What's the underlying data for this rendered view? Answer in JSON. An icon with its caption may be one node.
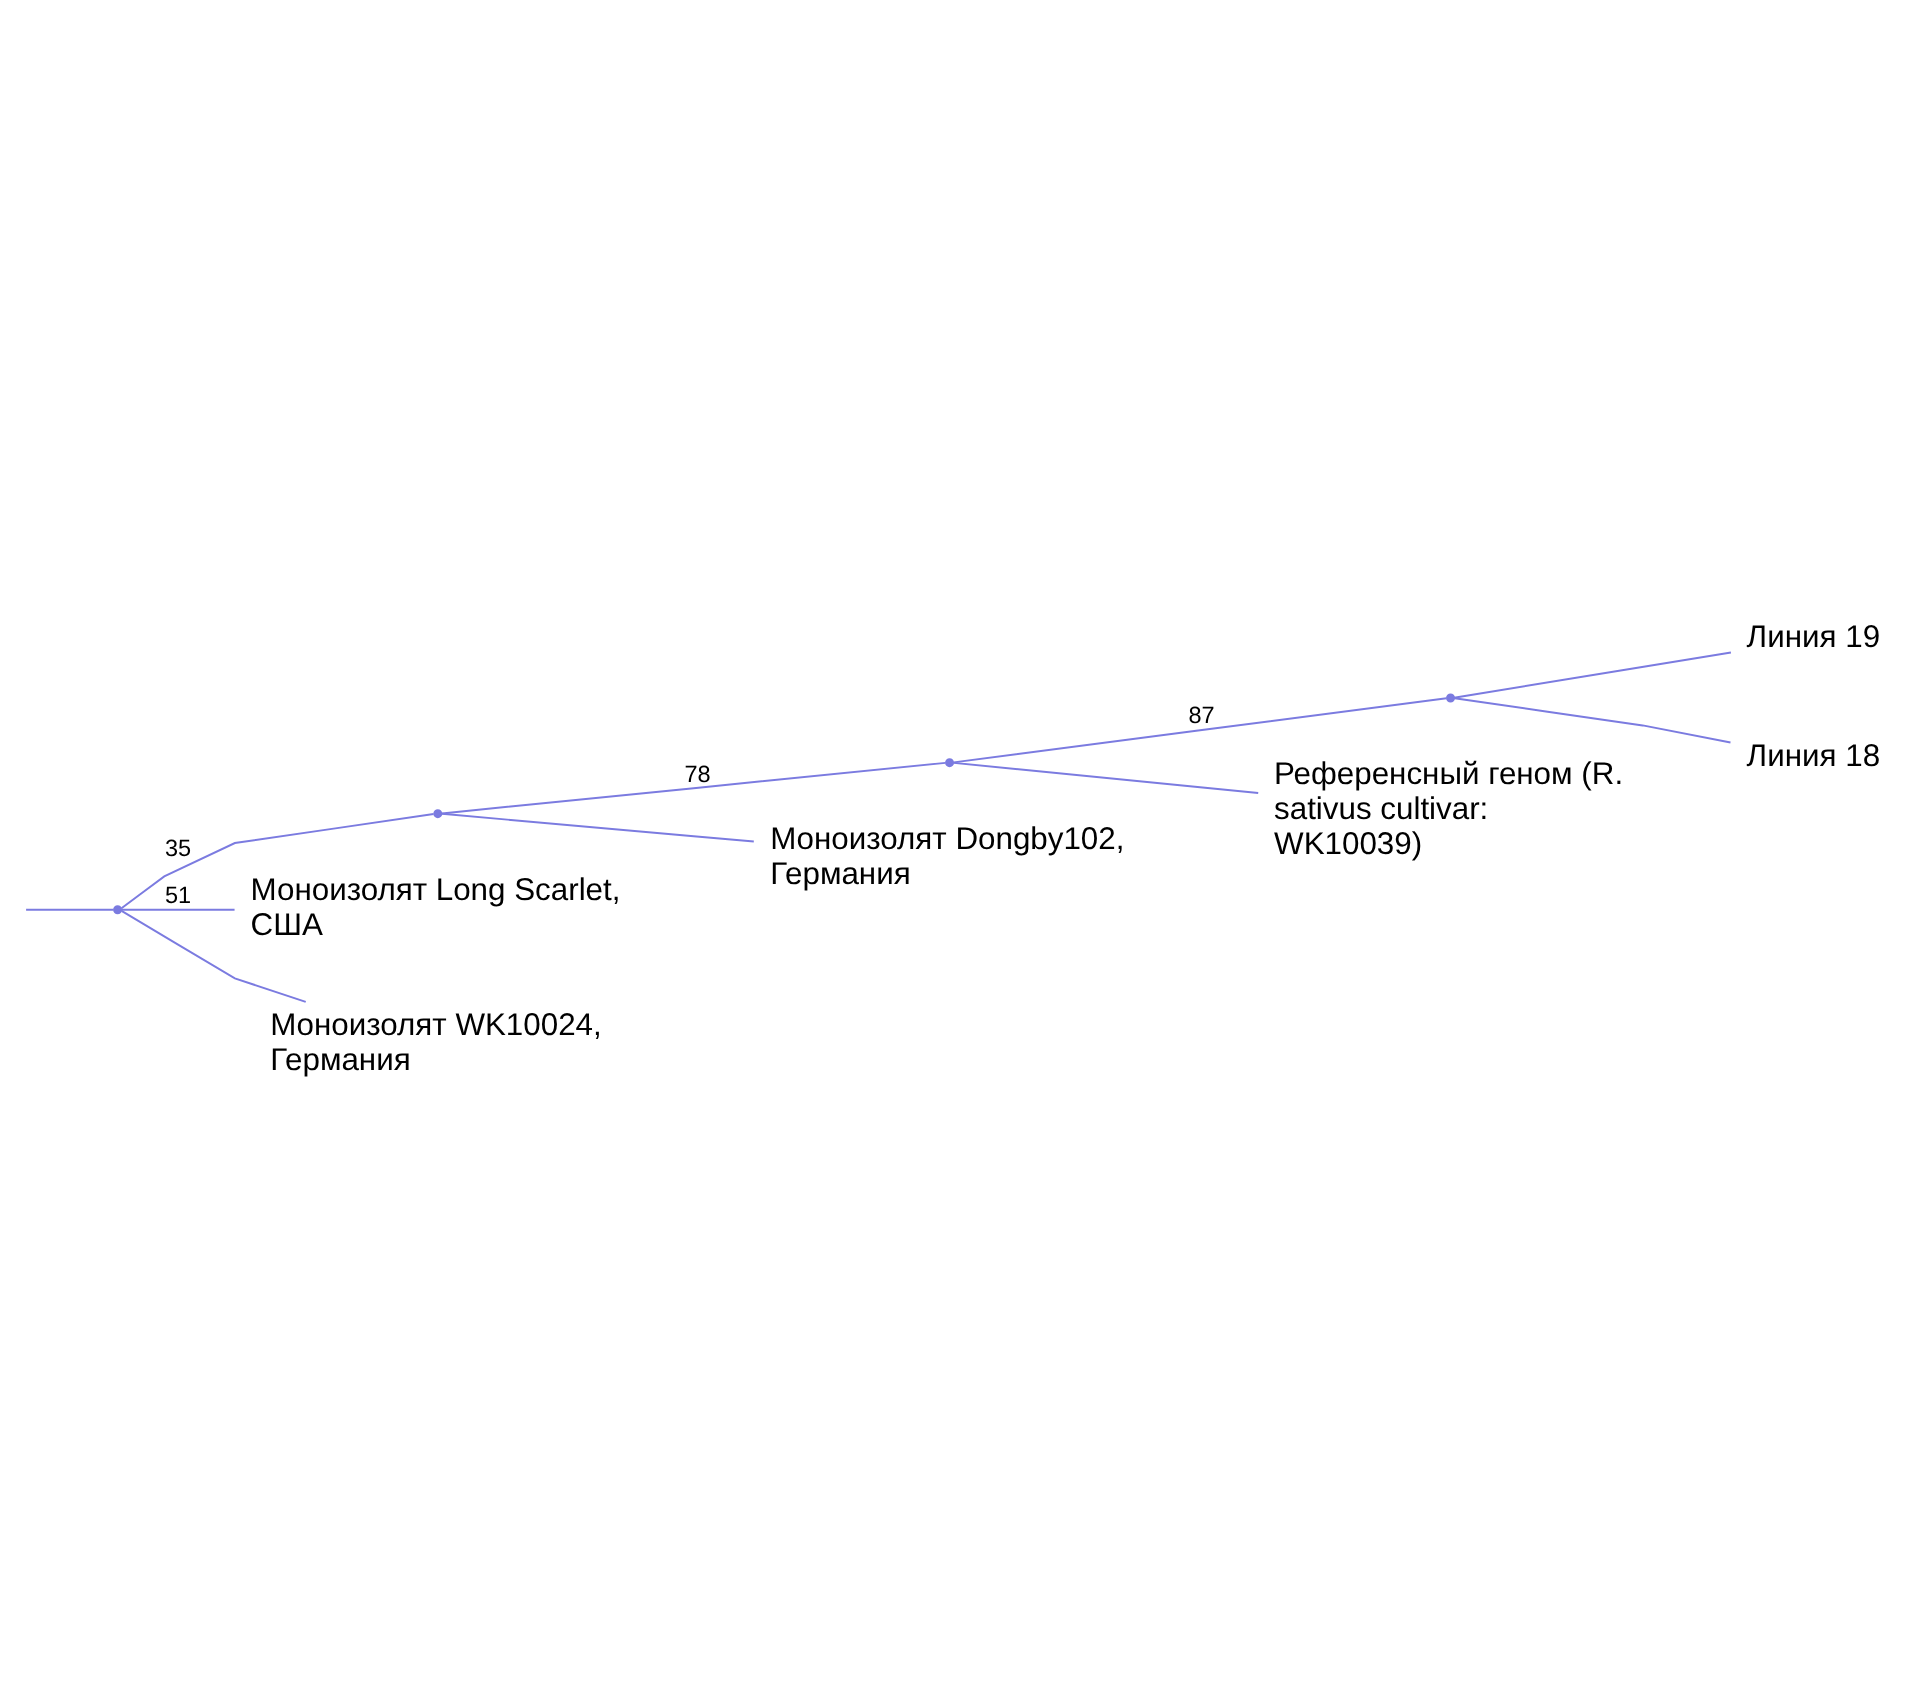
{
  "diagram": {
    "nodes": [
      {
        "text": [],
        "shape": "point"
      },
      {
        "text": [],
        "shape": "point"
      },
      {
        "text": [],
        "shape": "point"
      },
      {
        "text": [],
        "shape": "point"
      },
      {
        "text": [
          "Линия 19"
        ]
      },
      {
        "text": [
          "Линия 18"
        ]
      },
      {
        "text": [
          "Референсный геном (R. sativus cultivar: WK10039)"
        ]
      },
      {
        "text": [
          "Моноизолят Dongby102, Германия"
        ]
      },
      {
        "text": [
          "Моноизолят Long Scarlet, США"
        ]
      },
      {
        "text": [
          "Моноизолят WK10024, Германия"
        ]
      }
    ],
    "edges": [
      {
        "from": null,
        "to": 0,
        "arrow": "none"
      },
      {
        "from": 0,
        "to": 1,
        "arrow": "none",
        "label": "35"
      },
      {
        "from": 1,
        "to": 2,
        "arrow": "none",
        "label": "78"
      },
      {
        "from": 2,
        "to": 3,
        "arrow": "none",
        "label": "87"
      },
      {
        "from": 3,
        "to": 4,
        "arrow": "none"
      },
      {
        "from": 3,
        "to": 5,
        "arrow": "none"
      },
      {
        "from": 2,
        "to": 6,
        "arrow": "none"
      },
      {
        "from": 1,
        "to": 7,
        "arrow": "none"
      },
      {
        "from": 0,
        "to": 8,
        "arrow": "none",
        "label": "51"
      },
      {
        "from": 0,
        "to": 9,
        "arrow": "none"
      }
    ]
  }
}
